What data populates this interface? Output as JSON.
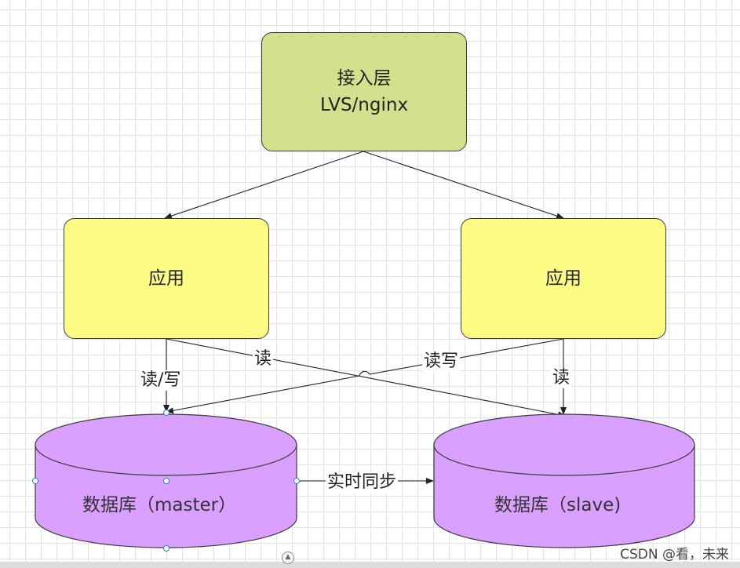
{
  "nodes": {
    "access_layer": {
      "line1": "接入层",
      "line2": "LVS/nginx"
    },
    "app_left": {
      "label": "应用"
    },
    "app_right": {
      "label": "应用"
    },
    "db_master": {
      "label": "数据库（master）"
    },
    "db_slave": {
      "label": "数据库（slave)"
    }
  },
  "edges": {
    "left_app_to_master": "读/写",
    "left_app_to_slave": "读",
    "right_app_to_master": "读写",
    "right_app_to_slave": "读",
    "master_to_slave": "实时同步"
  },
  "colors": {
    "access_layer_fill": "#d4e08e",
    "app_fill": "#fdfd86",
    "db_fill": "#d9a0ff",
    "selection_handle": "#2a7fd4"
  },
  "watermark": "CSDN @看，未来",
  "scroll_icon": "expand-arrow-icon"
}
